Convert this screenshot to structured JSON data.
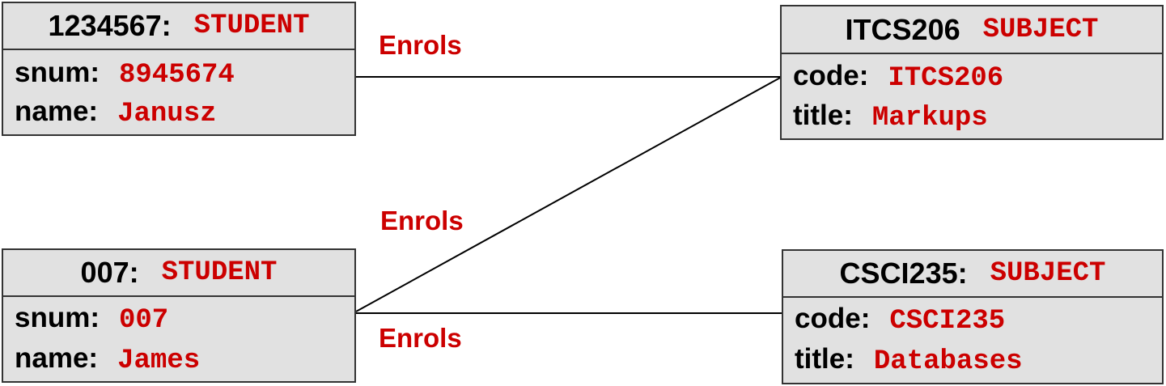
{
  "objects": {
    "student1": {
      "name": "1234567:",
      "class": "STUDENT",
      "attributes": [
        {
          "name": "snum:",
          "value": "8945674"
        },
        {
          "name": "name:",
          "value": "Janusz"
        }
      ]
    },
    "student2": {
      "name": "007:",
      "class": "STUDENT",
      "attributes": [
        {
          "name": "snum:",
          "value": "007"
        },
        {
          "name": "name:",
          "value": "James"
        }
      ]
    },
    "subject1": {
      "name": "ITCS206",
      "class": "SUBJECT",
      "attributes": [
        {
          "name": "code:",
          "value": "ITCS206"
        },
        {
          "name": "title:",
          "value": "Markups"
        }
      ]
    },
    "subject2": {
      "name": "CSCI235:",
      "class": "SUBJECT",
      "attributes": [
        {
          "name": "code:",
          "value": "CSCI235"
        },
        {
          "name": "title:",
          "value": "Databases"
        }
      ]
    }
  },
  "links": [
    {
      "from": "student1",
      "to": "subject1",
      "label": "Enrols"
    },
    {
      "from": "student2",
      "to": "subject1",
      "label": "Enrols"
    },
    {
      "from": "student2",
      "to": "subject2",
      "label": "Enrols"
    }
  ]
}
